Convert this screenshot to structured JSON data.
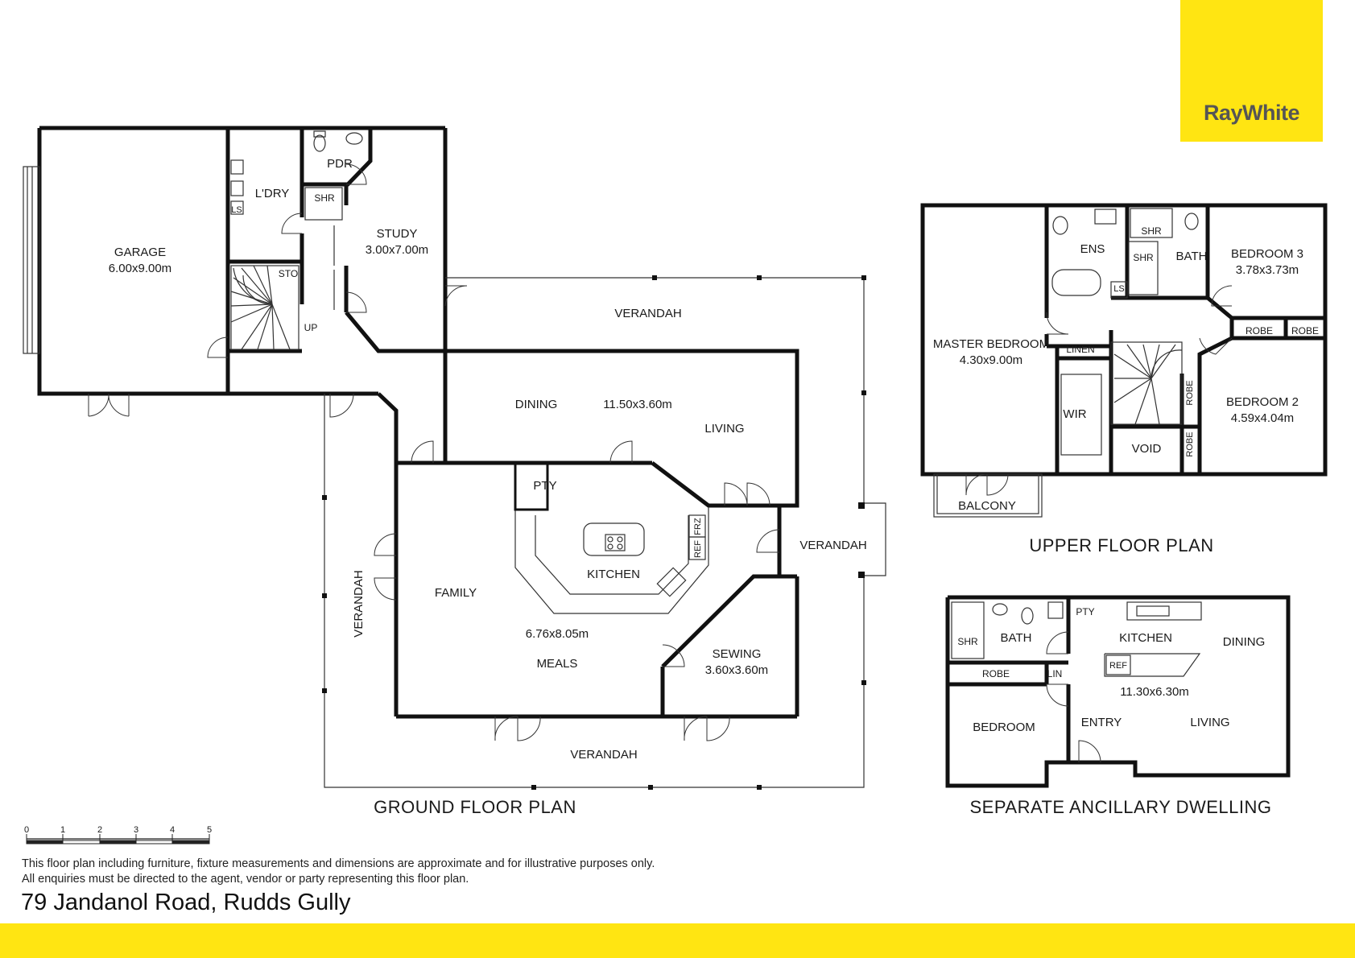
{
  "brand": {
    "logo_text": "RayWhite",
    "accent": "#ffe512"
  },
  "titles": {
    "ground": "GROUND FLOOR PLAN",
    "upper": "UPPER FLOOR PLAN",
    "ancillary": "SEPARATE ANCILLARY DWELLING"
  },
  "ground_floor": {
    "garage": {
      "name": "GARAGE",
      "dims": "6.00x9.00m"
    },
    "laundry": "L'DRY",
    "pdr": "PDR",
    "shr": "SHR",
    "study": {
      "name": "STUDY",
      "dims": "3.00x7.00m"
    },
    "sto": "STO",
    "up": "UP",
    "ls": "LS",
    "verandah": "VERANDAH",
    "dining": "DINING",
    "dining_living_dims": "11.50x3.60m",
    "living": "LIVING",
    "pty": "PTY",
    "frz": "FRZ",
    "ref": "REF",
    "kitchen": "KITCHEN",
    "family": "FAMILY",
    "family_dims": "6.76x8.05m",
    "meals": "MEALS",
    "sewing": {
      "name": "SEWING",
      "dims": "3.60x3.60m"
    }
  },
  "upper_floor": {
    "master": {
      "name": "MASTER BEDROOM",
      "dims": "4.30x9.00m"
    },
    "ens": "ENS",
    "shr": "SHR",
    "bath": "BATH",
    "ls": "LS",
    "bedroom3": {
      "name": "BEDROOM 3",
      "dims": "3.78x3.73m"
    },
    "robe": "ROBE",
    "linen": "LINEN",
    "wir": "WIR",
    "bedroom2": {
      "name": "BEDROOM 2",
      "dims": "4.59x4.04m"
    },
    "void": "VOID",
    "balcony": "BALCONY"
  },
  "ancillary": {
    "shr": "SHR",
    "bath": "BATH",
    "pty": "PTY",
    "kitchen": "KITCHEN",
    "dining": "DINING",
    "robe": "ROBE",
    "lin": "LIN",
    "ref": "REF",
    "dims": "11.30x6.30m",
    "bedroom": "BEDROOM",
    "entry": "ENTRY",
    "living": "LIVING"
  },
  "scale_bar": [
    "0",
    "1",
    "2",
    "3",
    "4",
    "5"
  ],
  "disclaimer": [
    "This floor plan including furniture, fixture measurements and dimensions are approximate and for illustrative purposes only.",
    "All enquiries must be directed to the agent, vendor or party representing this floor plan."
  ],
  "address": "79 Jandanol Road, Rudds Gully"
}
